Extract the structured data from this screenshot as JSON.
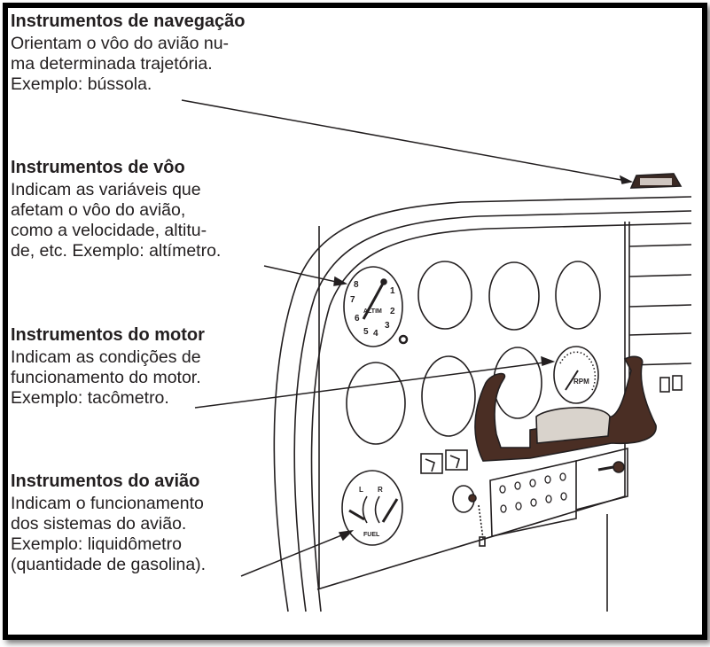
{
  "sections": [
    {
      "title": "Instrumentos de navegação",
      "lines": [
        "Orientam o vôo do avião nu-",
        "ma determinada trajetória.",
        "Exemplo: bússola."
      ]
    },
    {
      "title": "Instrumentos de vôo",
      "lines": [
        "Indicam as variáveis que",
        "afetam o vôo do avião,",
        "como a velocidade, altitu-",
        "de, etc. Exemplo: altímetro."
      ]
    },
    {
      "title": "Instrumentos do motor",
      "lines": [
        "Indicam as condições de",
        "funcionamento do motor.",
        "Exemplo: tacômetro."
      ]
    },
    {
      "title": "Instrumentos do avião",
      "lines": [
        "Indicam o funcionamento",
        "dos sistemas do avião.",
        "Exemplo: liquidômetro",
        "(quantidade de gasolina)."
      ]
    }
  ],
  "gauge_labels": {
    "altimeter": "ALTIM",
    "tachometer": "RPM",
    "fuel": "FUEL",
    "fuel_left": "L",
    "fuel_right": "R"
  },
  "colors": {
    "ink": "#231f20",
    "yoke": "#4a2e24"
  }
}
